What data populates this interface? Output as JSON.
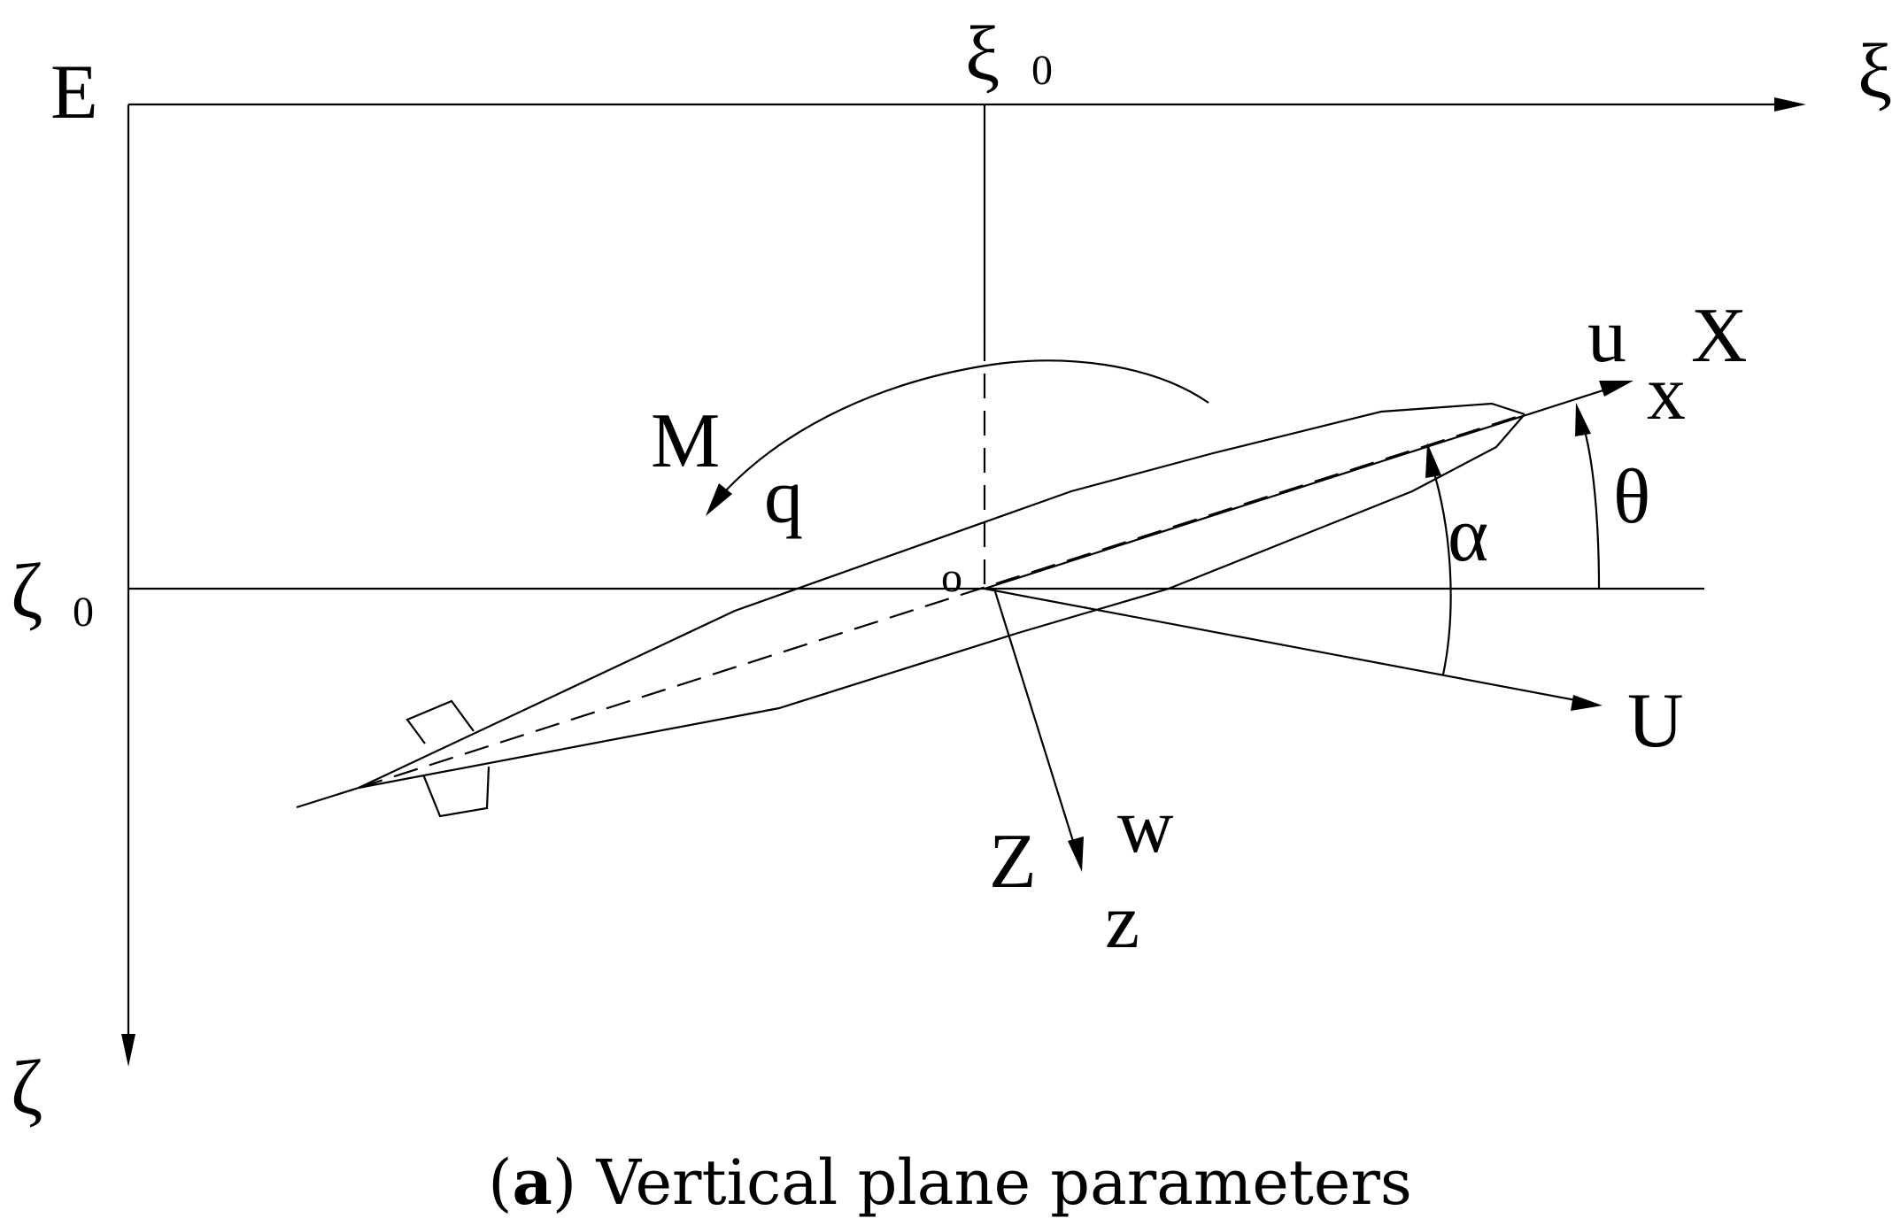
{
  "labels": {
    "origin_E": "E",
    "xi_axis": "ξ",
    "xi0": "ξ",
    "xi0_sub": "0",
    "zeta0": "ζ",
    "zeta0_sub": "0",
    "zeta_axis": "ζ",
    "moment_M": "M",
    "pitch_rate_q": "q",
    "velocity_u": "u",
    "axis_X": "X",
    "axis_x": "x",
    "pitch_angle": "θ",
    "attack_angle": "α",
    "origin_o": "o",
    "velocity_U": "U",
    "force_Z": "Z",
    "velocity_w": "w",
    "axis_z": "z"
  },
  "caption": {
    "open": "(",
    "letter": "a",
    "rest": ") Vertical plane parameters"
  }
}
